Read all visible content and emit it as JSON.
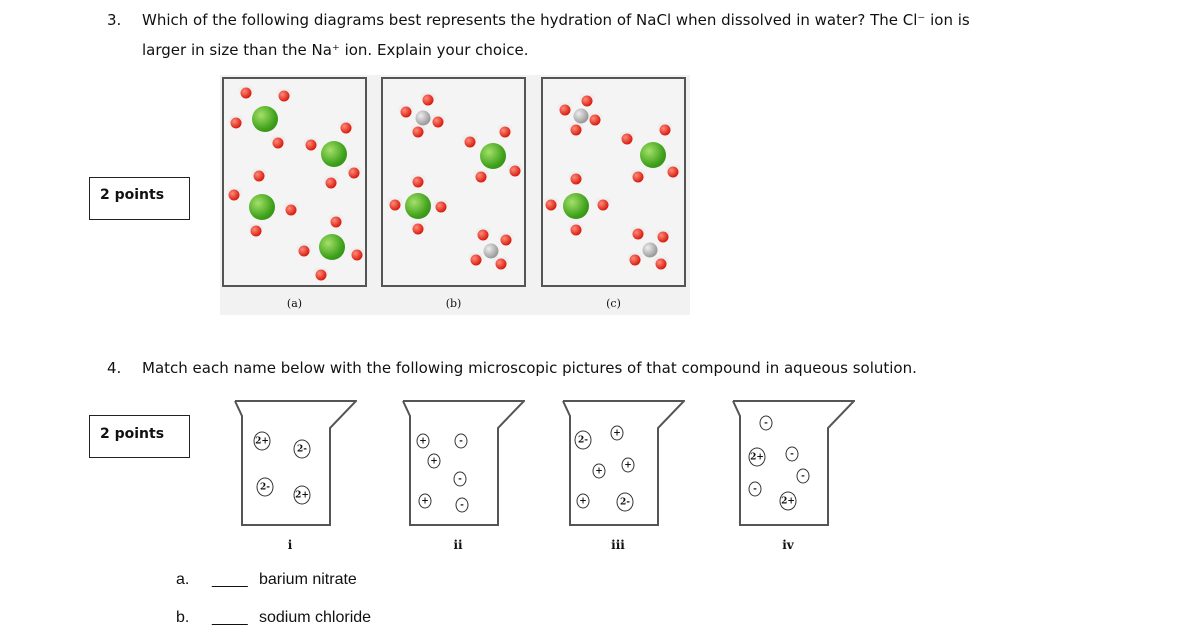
{
  "q3": {
    "number": "3.",
    "line1": "Which of the following diagrams best represents the hydration of NaCl when dissolved in water? The Cl⁻ ion is",
    "line2": "larger in size than the Na⁺ ion. Explain your choice.",
    "points": "2 points",
    "panels": [
      "(a)",
      "(b)",
      "(c)"
    ]
  },
  "q4": {
    "number": "4.",
    "text": "Match each name below with the following microscopic pictures of that compound in aqueous solution.",
    "points": "2 points",
    "beakers": [
      {
        "label": "i",
        "ions": [
          "2+",
          "2-",
          "2-",
          "2+"
        ]
      },
      {
        "label": "ii",
        "ions": [
          "+",
          "+",
          "-",
          "-",
          "+",
          "-"
        ]
      },
      {
        "label": "iii",
        "ions": [
          "2-",
          "+",
          "+",
          "+",
          "+",
          "2-"
        ]
      },
      {
        "label": "iv",
        "ions": [
          "-",
          "2+",
          "-",
          "-",
          "-",
          "2+"
        ]
      }
    ],
    "answers": [
      {
        "letter": "a.",
        "blank": "____",
        "name": "barium nitrate"
      },
      {
        "letter": "b.",
        "blank": "____",
        "name": "sodium chloride"
      }
    ]
  }
}
